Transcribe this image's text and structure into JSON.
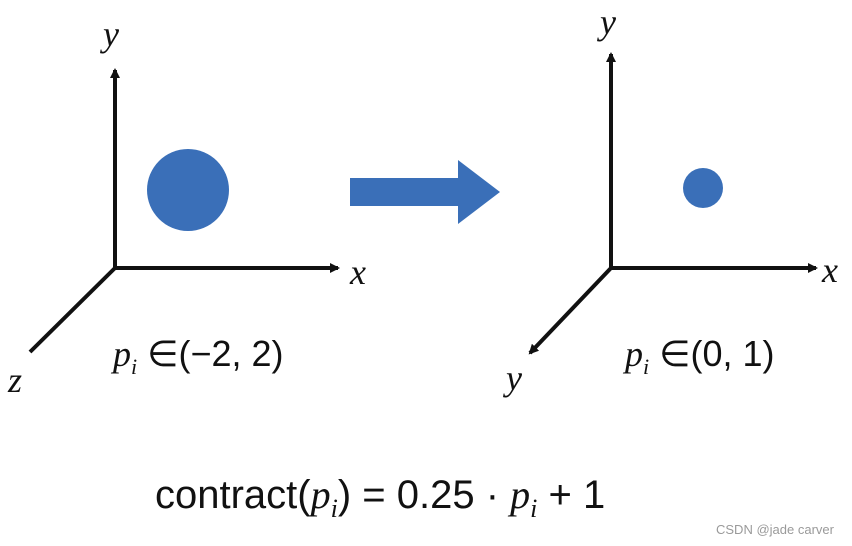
{
  "colors": {
    "accent": "#3a6fb8",
    "axis": "#111111",
    "watermark": "#9a9a9a"
  },
  "left_panel": {
    "axis_y": "y",
    "axis_x": "x",
    "axis_z": "z",
    "range": {
      "var": "p",
      "sub": "i",
      "rest": " ∈(−2, 2)"
    }
  },
  "right_panel": {
    "axis_y": "y",
    "axis_x": "x",
    "axis_diag": "y",
    "range": {
      "var": "p",
      "sub": "i",
      "rest": " ∈(0, 1)"
    }
  },
  "formula": {
    "prefix": "contract(",
    "var": "p",
    "sub": "i",
    "mid": ") =  0.25 · ",
    "var2": "p",
    "sub2": "i",
    "suffix": " + 1"
  },
  "watermark": "CSDN @jade carver"
}
